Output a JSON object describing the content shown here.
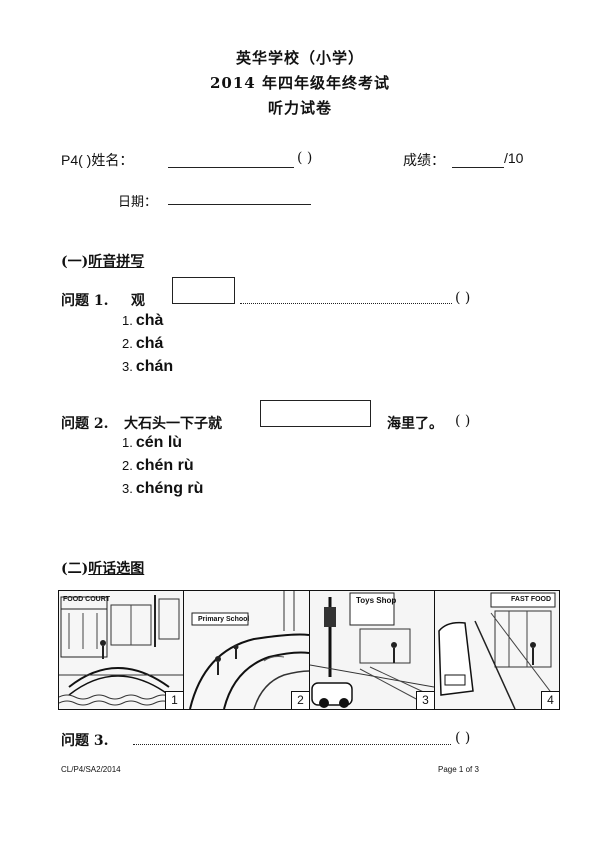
{
  "header": {
    "school": "英华学校（小学）",
    "exam": "2014 年四年级年终考试",
    "paper": "听力试卷"
  },
  "form": {
    "class_label": "P4(     )姓名：",
    "paren": "(     )",
    "score_label": "成绩：",
    "score_total": "/10",
    "date_label": "日期："
  },
  "section1": {
    "prefix": "(一)",
    "title": "听音拼写",
    "q1": {
      "label": "问题 1.",
      "word": "观",
      "answer_paren": "(          )",
      "options": [
        {
          "num": "1.",
          "text": "chà"
        },
        {
          "num": "2.",
          "text": "chá"
        },
        {
          "num": "3.",
          "text": "chán"
        }
      ]
    },
    "q2": {
      "label": "问题 2.",
      "text_before": "大石头一下子就",
      "text_after": "海里了。",
      "answer_paren": "(          )",
      "options": [
        {
          "num": "1.",
          "text": "cén lù"
        },
        {
          "num": "2.",
          "text": "chén rù"
        },
        {
          "num": "3.",
          "text": "chéng rù"
        }
      ]
    }
  },
  "section2": {
    "prefix": "(二)",
    "title": "听话选图",
    "panels": [
      {
        "num": "1",
        "sign": "FOOD COURT",
        "icon": "food-court-bridge-scene"
      },
      {
        "num": "2",
        "sign": "Primary School",
        "icon": "school-road-scene"
      },
      {
        "num": "3",
        "sign": "Toys Shop",
        "icon": "toy-shop-crossing-scene"
      },
      {
        "num": "4",
        "sign": "FAST FOOD",
        "icon": "fast-food-street-scene"
      }
    ],
    "q3": {
      "label": "问题 3.",
      "answer_paren": "(          )"
    }
  },
  "footer": {
    "code": "CL/P4/SA2/2014",
    "page": "Page 1 of 3"
  }
}
